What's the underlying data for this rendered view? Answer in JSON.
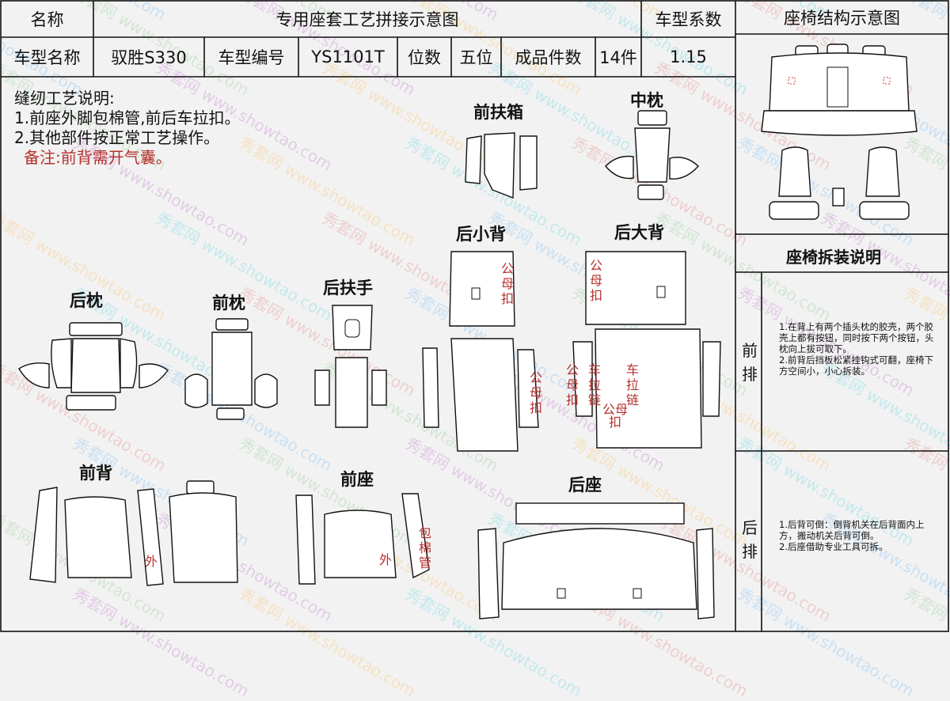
{
  "header": {
    "name_label": "名称",
    "title": "专用座套工艺拼接示意图",
    "series_label": "车型系数",
    "structure_title": "座椅结构示意图"
  },
  "info_row": {
    "model_name_label": "车型名称",
    "model_name": "驭胜S330",
    "model_no_label": "车型编号",
    "model_no": "YS1101T",
    "seats_label": "位数",
    "seats": "五位",
    "pieces_label": "成品件数",
    "pieces": "14件",
    "coefficient": "1.15"
  },
  "notes": {
    "heading": "缝纫工艺说明:",
    "line1": "1.前座外脚包棉管,前后车拉扣。",
    "line2": "2.其他部件按正常工艺操作。",
    "remark": "备注:前背需开气囊。"
  },
  "sections": {
    "front_armrest_box": "前扶箱",
    "middle_headrest": "中枕",
    "rear_headrest": "后枕",
    "front_headrest": "前枕",
    "rear_armrest": "后扶手",
    "rear_small_back": "后小背",
    "rear_big_back": "后大背",
    "front_back": "前背",
    "front_seat": "前座",
    "rear_seat": "后座"
  },
  "piece_labels": {
    "snap_button": "公母扣",
    "car_zipper": "车拉链",
    "outer": "外",
    "wrap_cotton_tube": "包棉管"
  },
  "side_panel": {
    "disassembly_title": "座椅拆装说明",
    "front_row_label": "前排",
    "front_row_text": "1.在背上有两个插头枕的胶壳，两个胶壳上都有按钮，同时按下两个按钮，头枕向上拔可取下。\n2.前背后挡板松紧挂钩式可翻，座椅下方空间小，小心拆装。",
    "rear_row_label": "后排",
    "rear_row_text": "1.后背可倒：倒背机关在后背面内上方，搬动机关后背可倒。\n2.后座借助专业工具可拆。"
  },
  "watermark": {
    "brand": "秀套网",
    "url": "www.showtao.com"
  },
  "colors": {
    "background": "#f2f2f2",
    "annotation_red": "#b5302c"
  }
}
